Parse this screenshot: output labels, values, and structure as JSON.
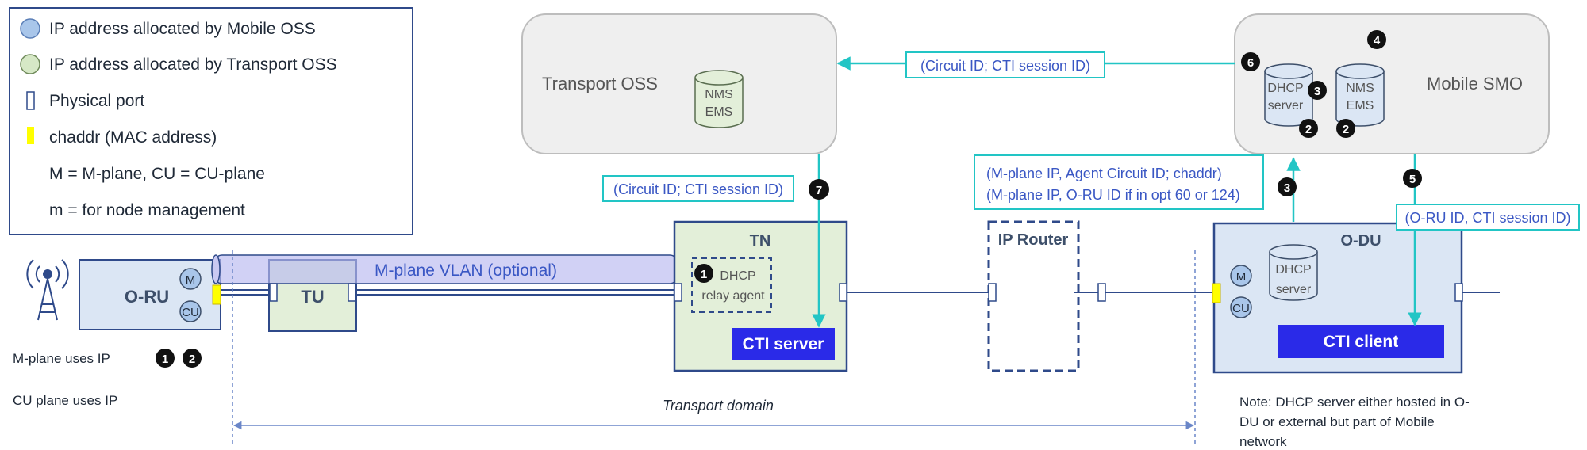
{
  "legend": {
    "items": [
      {
        "text": "IP address allocated by Mobile OSS",
        "kind": "blue-circle"
      },
      {
        "text": "IP address allocated by Transport OSS",
        "kind": "green-circle"
      },
      {
        "text": "Physical port",
        "kind": "port"
      },
      {
        "text": "chaddr (MAC address)",
        "kind": "yellow"
      },
      {
        "text": "M = M-plane, CU = CU-plane",
        "kind": "none"
      },
      {
        "text": "m = for node management",
        "kind": "none"
      }
    ]
  },
  "nodes": {
    "transport_oss": {
      "title": "Transport OSS",
      "db": [
        "NMS",
        "EMS"
      ]
    },
    "mobile_smo": {
      "title": "Mobile SMO",
      "dhcp_db": [
        "DHCP",
        "server"
      ],
      "nms_db": [
        "NMS",
        "EMS"
      ]
    },
    "oru": {
      "title": "O-RU",
      "m": "M",
      "cu": "CU"
    },
    "tu": {
      "title": "TU"
    },
    "tn": {
      "title": "TN",
      "relay": [
        "DHCP",
        "relay agent"
      ],
      "cti_server": "CTI server"
    },
    "ip_router": {
      "title": "IP Router"
    },
    "odu": {
      "title": "O-DU",
      "m": "M",
      "cu": "CU",
      "db": [
        "DHCP",
        "server"
      ],
      "cti_client": "CTI client"
    }
  },
  "vlan_label": "M-plane VLAN (optional)",
  "messages": {
    "oss_smo": "(Circuit ID; CTI session ID)",
    "oss_tn": "(Circuit ID; CTI session ID)",
    "router_smo": [
      "(M-plane IP, Agent Circuit ID; chaddr)",
      "(M-plane IP, O-RU ID if in opt 60 or 124)"
    ],
    "smo_odu": "(O-RU ID, CTI session ID)"
  },
  "steps": {
    "s1": "1",
    "s2": "2",
    "s3": "3",
    "s4": "4",
    "s5": "5",
    "s6": "6",
    "s7": "7"
  },
  "notes": {
    "mplane": "M-plane uses IP",
    "cuplane": "CU plane uses IP",
    "transport_domain": "Transport domain",
    "dhcp_note": [
      "Note: DHCP server either hosted in O-",
      "DU or external but part of Mobile",
      "network"
    ]
  },
  "colors": {
    "cyan": "#22c5c5",
    "blue_text": "#3a57c4",
    "cti": "#2a2ae8",
    "oru_fill": "#dbe6f4",
    "tn_fill": "#e3efd9",
    "grey_box": "#efefef"
  }
}
